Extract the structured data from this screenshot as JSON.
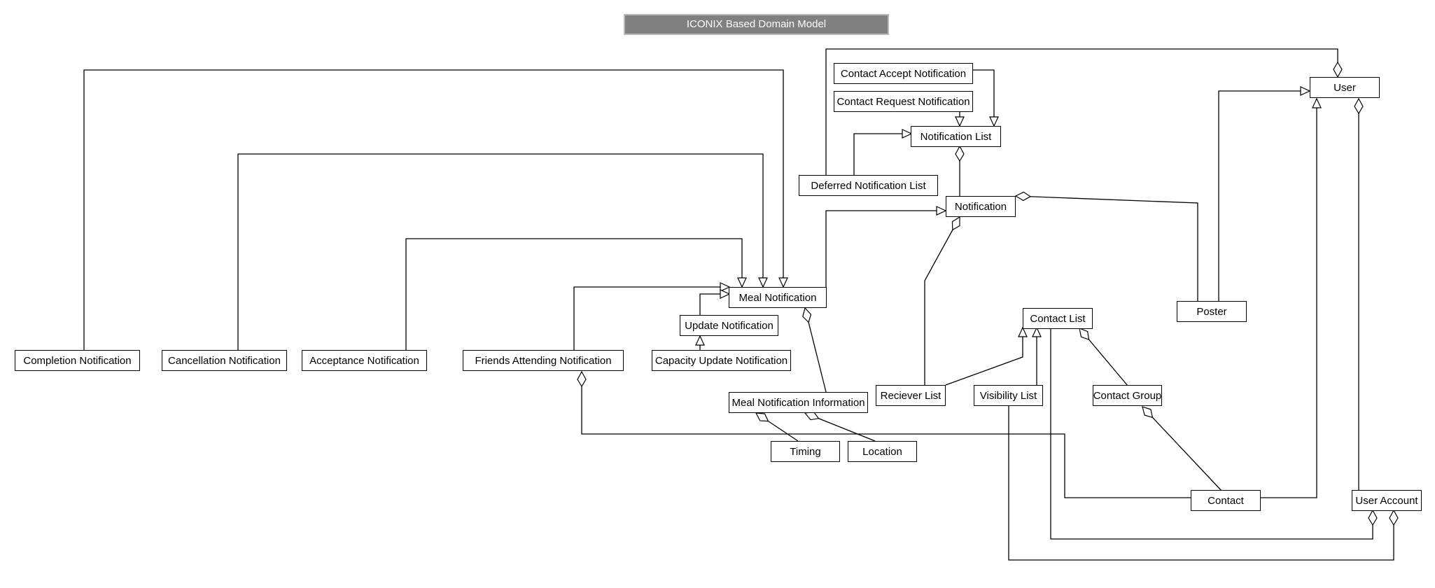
{
  "diagram": {
    "title": "ICONIX Based Domain Model",
    "classes": {
      "completion_notification": "Completion Notification",
      "cancellation_notification": "Cancellation Notification",
      "acceptance_notification": "Acceptance Notification",
      "friends_attending_notification": "Friends Attending Notification",
      "update_notification": "Update Notification",
      "capacity_update_notification": "Capacity Update Notification",
      "meal_notification": "Meal Notification",
      "meal_notification_information": "Meal Notification Information",
      "timing": "Timing",
      "location": "Location",
      "contact_accept_notification": "Contact Accept Notification",
      "contact_request_notification": "Contact Request Notification",
      "notification_list": "Notification List",
      "deferred_notification_list": "Deferred Notification List",
      "notification": "Notification",
      "reciever_list": "Reciever List",
      "visibility_list": "Visibility List",
      "contact_list": "Contact List",
      "contact_group": "Contact Group",
      "contact": "Contact",
      "poster": "Poster",
      "user": "User",
      "user_account": "User Account"
    },
    "relationships": [
      {
        "from": "Completion Notification",
        "to": "Meal Notification",
        "type": "generalization"
      },
      {
        "from": "Cancellation Notification",
        "to": "Meal Notification",
        "type": "generalization"
      },
      {
        "from": "Acceptance Notification",
        "to": "Meal Notification",
        "type": "generalization"
      },
      {
        "from": "Friends Attending Notification",
        "to": "Meal Notification",
        "type": "generalization"
      },
      {
        "from": "Update Notification",
        "to": "Meal Notification",
        "type": "generalization"
      },
      {
        "from": "Capacity Update Notification",
        "to": "Update Notification",
        "type": "generalization"
      },
      {
        "from": "Meal Notification",
        "to": "Notification",
        "type": "generalization"
      },
      {
        "from": "Contact Accept Notification",
        "to": "Notification List",
        "type": "generalization"
      },
      {
        "from": "Contact Request Notification",
        "to": "Notification List",
        "type": "generalization"
      },
      {
        "from": "Deferred Notification List",
        "to": "Notification List",
        "type": "generalization"
      },
      {
        "from": "Reciever List",
        "to": "Contact List",
        "type": "generalization"
      },
      {
        "from": "Visibility List",
        "to": "Contact List",
        "type": "generalization"
      },
      {
        "from": "Poster",
        "to": "User",
        "type": "generalization"
      },
      {
        "from": "Contact",
        "to": "User",
        "type": "generalization"
      },
      {
        "whole": "Meal Notification",
        "part": "Meal Notification Information",
        "type": "aggregation"
      },
      {
        "whole": "Meal Notification Information",
        "part": "Timing",
        "type": "aggregation"
      },
      {
        "whole": "Meal Notification Information",
        "part": "Location",
        "type": "aggregation"
      },
      {
        "whole": "Notification List",
        "part": "Notification",
        "type": "aggregation"
      },
      {
        "whole": "Notification",
        "part": "Reciever List",
        "type": "aggregation"
      },
      {
        "whole": "Notification",
        "part": "Poster",
        "type": "aggregation"
      },
      {
        "whole": "Friends Attending Notification",
        "part": "Contact",
        "type": "aggregation"
      },
      {
        "whole": "Contact List",
        "part": "Contact Group",
        "type": "aggregation"
      },
      {
        "whole": "Contact Group",
        "part": "Contact",
        "type": "aggregation"
      },
      {
        "whole": "User",
        "part": "Deferred Notification List",
        "type": "aggregation"
      },
      {
        "whole": "User",
        "part": "User Account",
        "type": "aggregation"
      },
      {
        "whole": "User Account",
        "part": "Contact List",
        "type": "aggregation"
      },
      {
        "whole": "User Account",
        "part": "Visibility List",
        "type": "aggregation"
      }
    ]
  }
}
